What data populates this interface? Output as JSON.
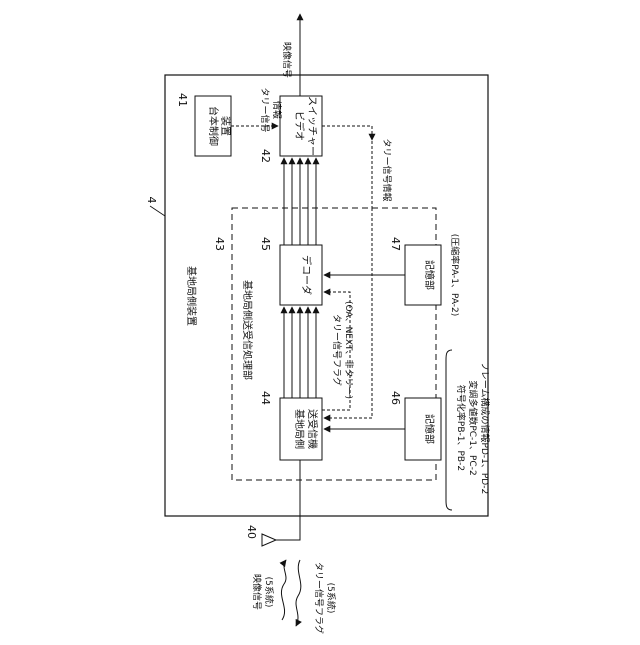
{
  "labels": {
    "ref_4": "4",
    "ref_40": "40",
    "ref_41": "41",
    "ref_42": "42",
    "ref_43": "43",
    "ref_44": "44",
    "ref_45": "45",
    "ref_46": "46",
    "ref_47": "47",
    "base_station_device": "基地局側装置",
    "processing_unit": "基地局側送受信処理部",
    "output_signal": "映像信号",
    "video_signal_in": "映像信号",
    "video_signal_in_count": "(5系統)",
    "tally_flag_in": "タリー信号フラグ",
    "tally_flag_in_count": "(5系統)",
    "tally_info_top_1": "タリー信号",
    "tally_info_top_2": "情報",
    "tally_info_right": "タリー信号情報",
    "tally_flag_mid": "タリー信号フラグ",
    "tally_flag_mid_sub": "(OA、NEXT、非タリー)",
    "memory_47_sub": "(圧縮率PA-1、PA-2)",
    "memory_46_sub_1": "符号化率PB-1、PB-2",
    "memory_46_sub_2": "変調多値数PC-1、PC-2",
    "memory_46_sub_3": "フレーム構成の情報PD-1、PD-2"
  },
  "boxes": {
    "controller_1": "台本制御",
    "controller_2": "装置",
    "switcher_1": "ビデオ",
    "switcher_2": "スイッチャー",
    "decoder": "デコーダ",
    "memory_47": "記憶部",
    "memory_46": "記憶部",
    "transceiver_1": "基地局側",
    "transceiver_2": "送受信機"
  }
}
